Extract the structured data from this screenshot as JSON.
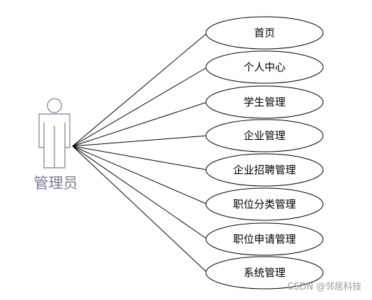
{
  "actor": {
    "label": "管理员",
    "color": "#7a7a98",
    "fill": "#ffffff"
  },
  "use_cases": [
    {
      "label": "首页"
    },
    {
      "label": "个人中心"
    },
    {
      "label": "学生管理"
    },
    {
      "label": "企业管理"
    },
    {
      "label": "企业招聘管理"
    },
    {
      "label": "职位分类管理"
    },
    {
      "label": "职位申请管理"
    },
    {
      "label": "系统管理"
    }
  ],
  "watermark": {
    "text": "CSDN @邻居科技",
    "color": "#9a9a9a"
  },
  "line_color": "#000000"
}
